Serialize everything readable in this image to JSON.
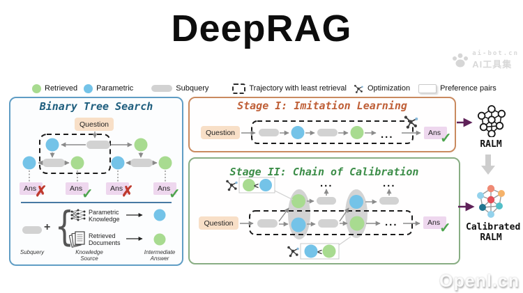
{
  "title": "DeepRAG",
  "watermark_top": {
    "line1": "ai-bot.cn",
    "line2": "AI工具集"
  },
  "watermark_bottom": "Openl.cn",
  "legend": {
    "retrieved": "Retrieved",
    "parametric": "Parametric",
    "subquery": "Subquery",
    "trajectory": "Trajectory with least retrieval",
    "optimization": "Optimization",
    "preference": "Preference pairs"
  },
  "marks": {
    "cross": "✗",
    "check": "✓"
  },
  "binary": {
    "title": "Binary Tree Search",
    "question": "Question",
    "ans": "Ans",
    "plus": "+",
    "brace": "{",
    "parametric_knowledge": [
      "Parametric",
      "Knowledge"
    ],
    "retrieved_documents": [
      "Retrieved",
      "Documents"
    ],
    "subquery_label": "Subquery",
    "knowledge_source": [
      "Knowledge",
      "Source"
    ],
    "intermediate_answer": [
      "Intermediate",
      "Answer"
    ]
  },
  "stage1": {
    "title": "Stage I: Imitation Learning",
    "question": "Question",
    "ans": "Ans",
    "dots": "..."
  },
  "stage2": {
    "title": "Stage II: Chain of Calibration",
    "question": "Question",
    "ans": "Ans",
    "dots": "...",
    "less_than": "<"
  },
  "right_column": {
    "ralm": "RALM",
    "calibrated": [
      "Calibrated",
      "RALM"
    ]
  },
  "colors": {
    "retrieved_green": "#a8db90",
    "parametric_blue": "#74c3e8",
    "subquery_gray": "#d2d2d2",
    "binary_border": "#5f9dc4",
    "stage1_border": "#c98a5f",
    "stage2_border": "#88ad83",
    "binary_title": "#1d5d7d",
    "stage1_title": "#bf5f37",
    "stage2_title": "#3c8d48",
    "question_peach": "#f8dfc7",
    "answer_pink": "#eed7ee",
    "cross_red": "#bf3a2e",
    "check_green": "#4da44d",
    "flow_arrow_purple": "#5e2158"
  }
}
